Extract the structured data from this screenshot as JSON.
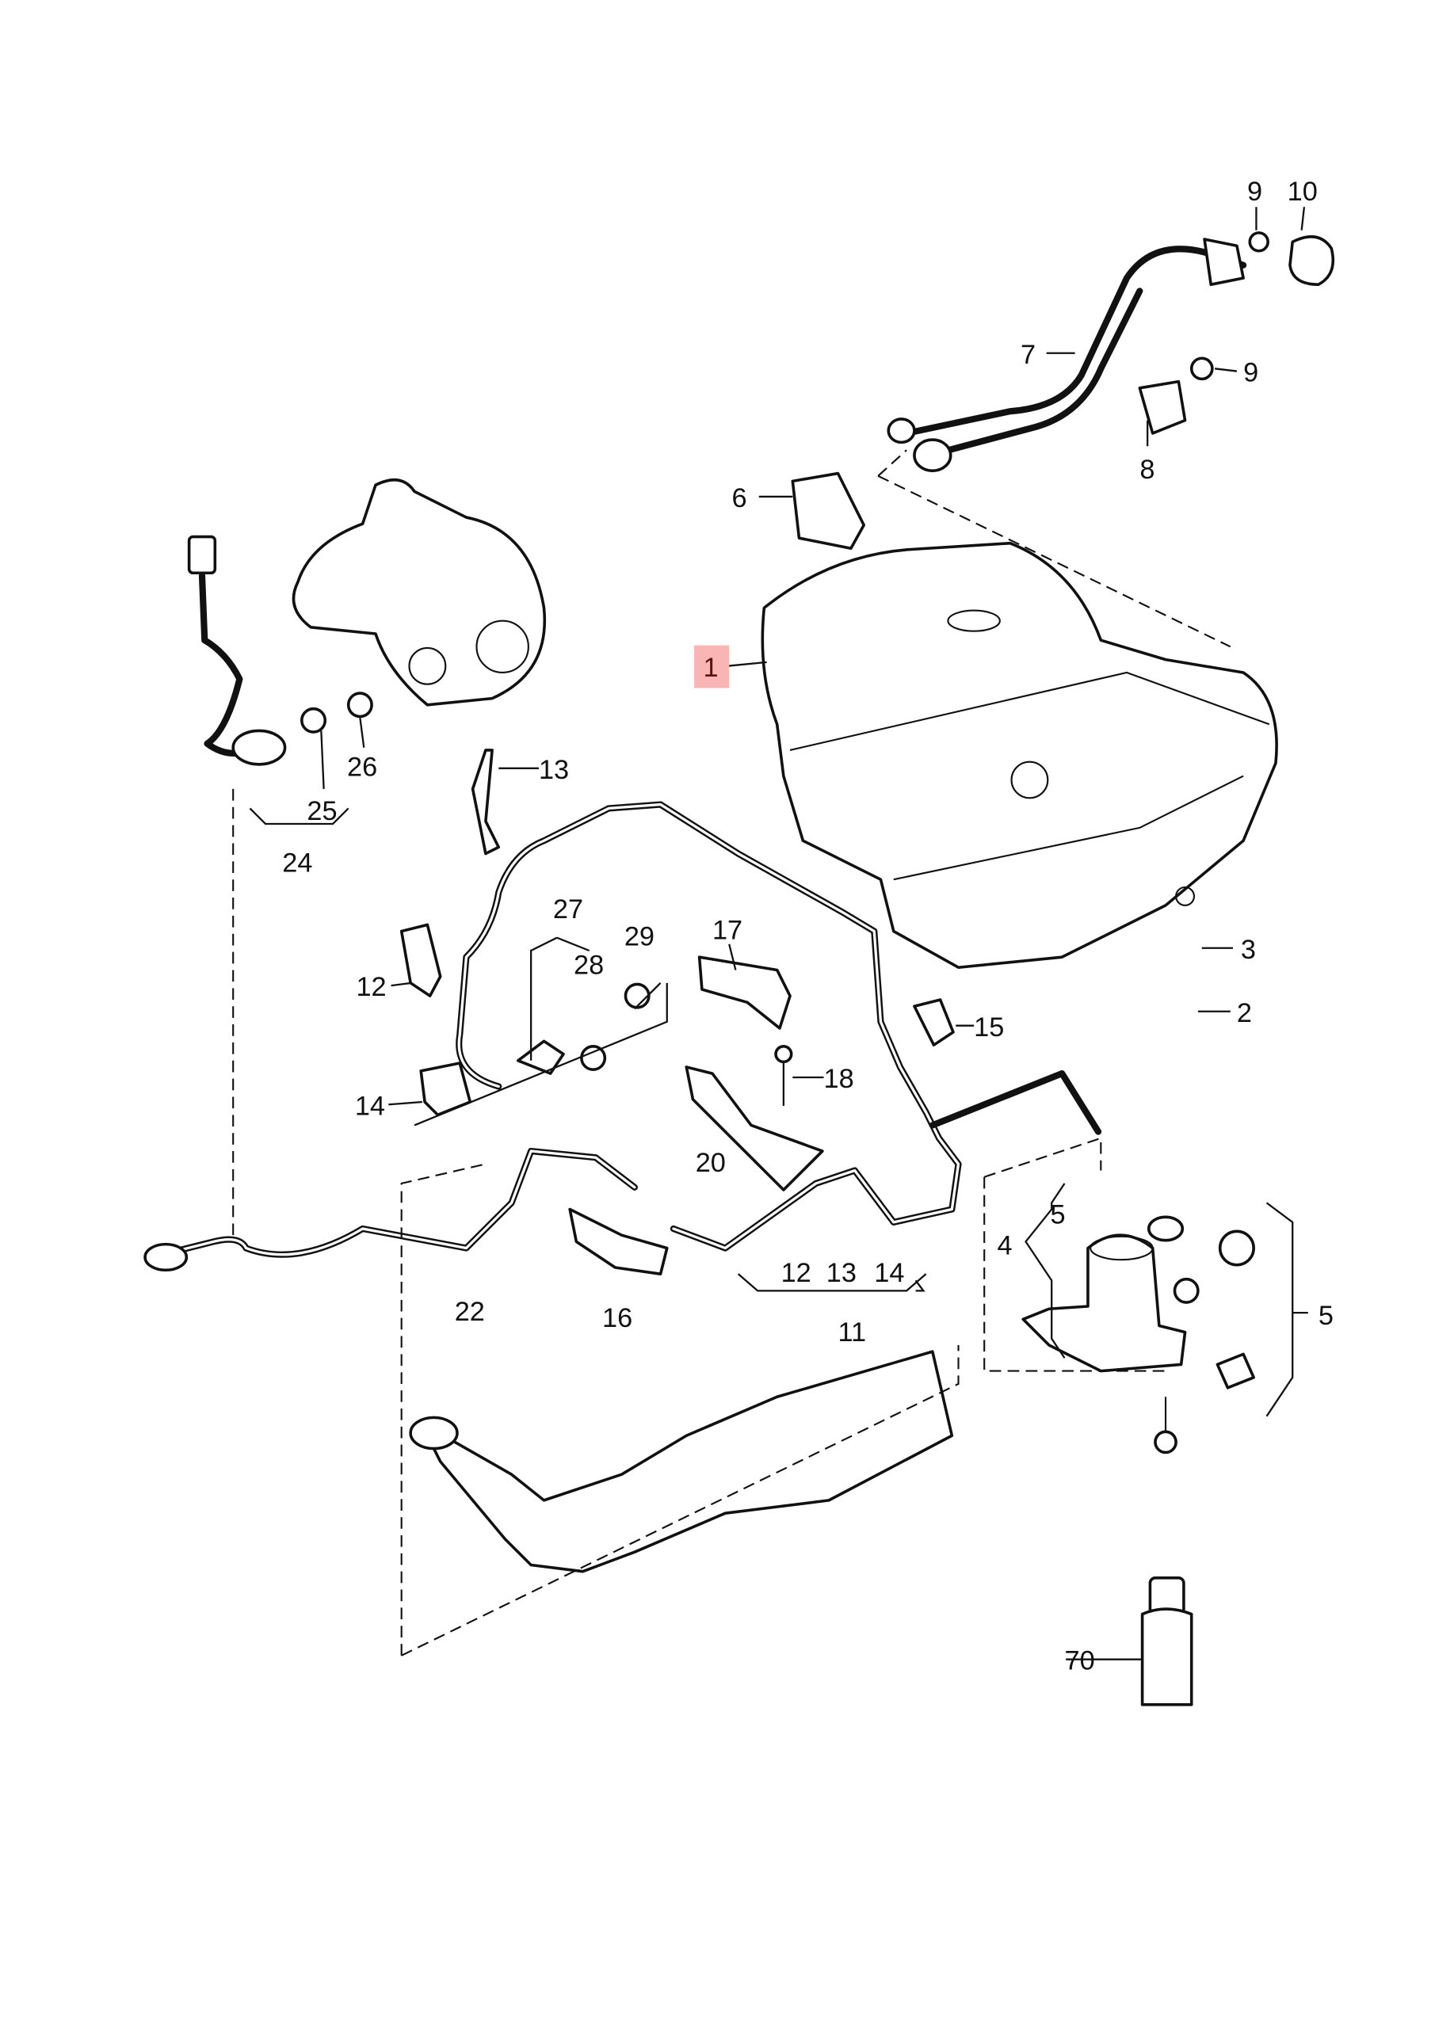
{
  "diagram": {
    "highlight_color": "#f9b4b4",
    "highlight_text_color": "#5a1010",
    "callouts": [
      {
        "id": "part-9-top",
        "text": "9"
      },
      {
        "id": "part-10",
        "text": "10"
      },
      {
        "id": "part-7",
        "text": "7"
      },
      {
        "id": "part-9-right",
        "text": "9"
      },
      {
        "id": "part-8",
        "text": "8"
      },
      {
        "id": "part-6",
        "text": "6"
      },
      {
        "id": "part-1",
        "text": "1"
      },
      {
        "id": "part-26",
        "text": "26"
      },
      {
        "id": "part-13",
        "text": "13"
      },
      {
        "id": "part-25",
        "text": "25"
      },
      {
        "id": "part-24",
        "text": "24"
      },
      {
        "id": "part-27",
        "text": "27"
      },
      {
        "id": "part-28",
        "text": "28"
      },
      {
        "id": "part-29",
        "text": "29"
      },
      {
        "id": "part-12",
        "text": "12"
      },
      {
        "id": "part-17",
        "text": "17"
      },
      {
        "id": "part-3",
        "text": "3"
      },
      {
        "id": "part-2",
        "text": "2"
      },
      {
        "id": "part-15",
        "text": "15"
      },
      {
        "id": "part-18",
        "text": "18"
      },
      {
        "id": "part-14",
        "text": "14"
      },
      {
        "id": "part-20",
        "text": "20"
      },
      {
        "id": "part-5-top",
        "text": "5"
      },
      {
        "id": "part-4",
        "text": "4"
      },
      {
        "id": "part-5-right",
        "text": "5"
      },
      {
        "id": "part-12-group",
        "text": "12"
      },
      {
        "id": "part-13-group",
        "text": "13"
      },
      {
        "id": "part-14-group",
        "text": "14"
      },
      {
        "id": "part-11",
        "text": "11"
      },
      {
        "id": "part-22",
        "text": "22"
      },
      {
        "id": "part-16",
        "text": "16"
      },
      {
        "id": "part-70",
        "text": "70"
      }
    ]
  }
}
